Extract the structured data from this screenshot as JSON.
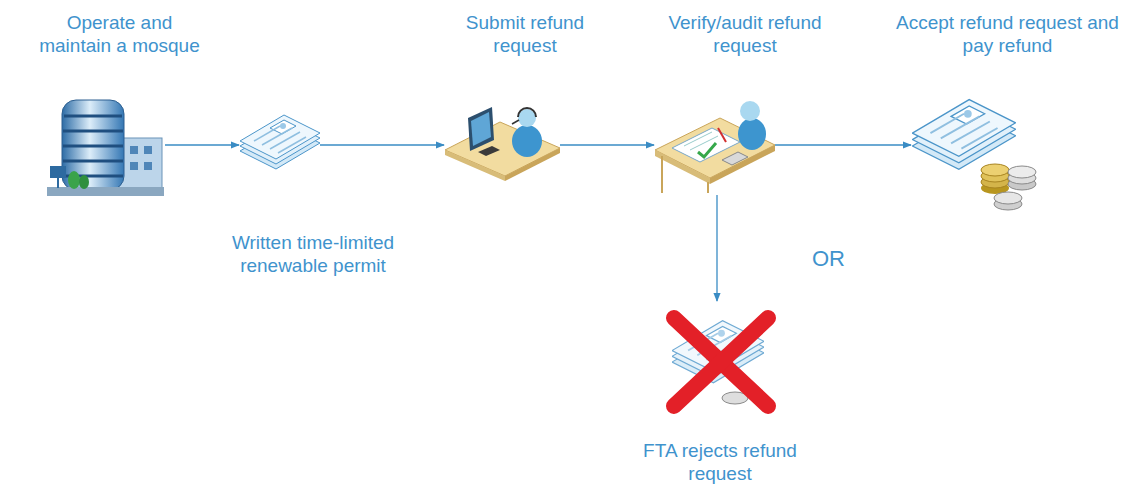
{
  "diagram": {
    "nodes": [
      {
        "text": [
          "Operate and maintain a mosque"
        ]
      },
      {
        "text": [
          "Written time-limited renewable permit"
        ]
      },
      {
        "text": [
          "Submit refund request"
        ]
      },
      {
        "text": [
          "Verify/audit refund request"
        ]
      },
      {
        "text": [
          "Accept refund request and pay refund"
        ]
      },
      {
        "text": [
          "FTA rejects refund request"
        ]
      }
    ],
    "edges": [
      {
        "from": 0,
        "to": 1,
        "arrow": "to"
      },
      {
        "from": 1,
        "to": 2,
        "arrow": "to"
      },
      {
        "from": 2,
        "to": 3,
        "arrow": "to"
      },
      {
        "from": 3,
        "to": 4,
        "arrow": "to"
      },
      {
        "from": 3,
        "to": 5,
        "arrow": "to"
      }
    ],
    "labels": [
      "OR"
    ]
  }
}
